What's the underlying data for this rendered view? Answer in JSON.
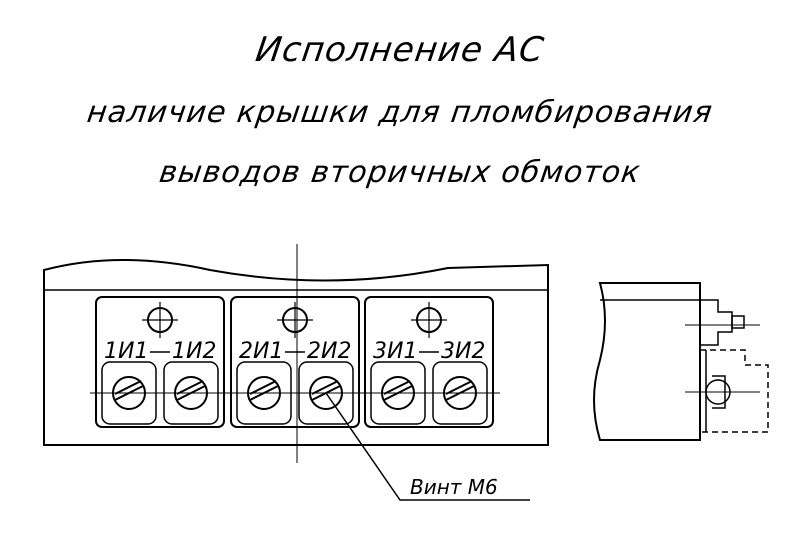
{
  "title": {
    "line1": "Исполнение АС",
    "line2": "наличие крышки для пломбирования",
    "line3": "выводов вторичных обмоток"
  },
  "terminals": [
    {
      "left": "1И1",
      "right": "1И2"
    },
    {
      "left": "2И1",
      "right": "2И2"
    },
    {
      "left": "3И1",
      "right": "3И2"
    }
  ],
  "callout": "Винт М6"
}
